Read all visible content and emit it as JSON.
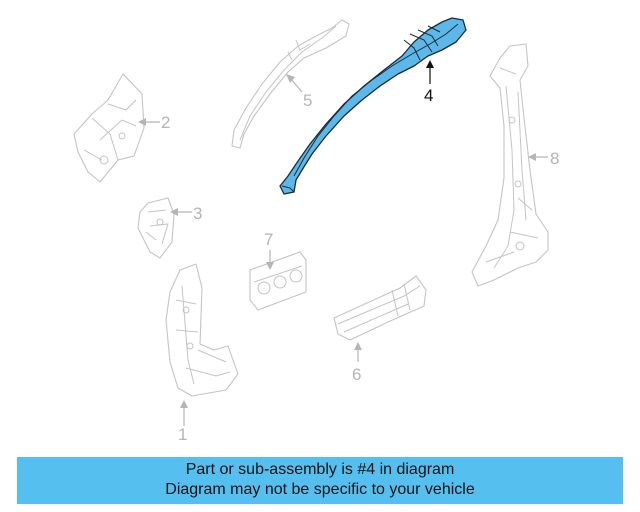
{
  "callouts": [
    {
      "number": "1",
      "highlighted": false
    },
    {
      "number": "2",
      "highlighted": false
    },
    {
      "number": "3",
      "highlighted": false
    },
    {
      "number": "4",
      "highlighted": true
    },
    {
      "number": "5",
      "highlighted": false
    },
    {
      "number": "6",
      "highlighted": false
    },
    {
      "number": "7",
      "highlighted": false
    },
    {
      "number": "8",
      "highlighted": false
    }
  ],
  "banner": {
    "line1": "Part or sub-assembly is #4 in diagram",
    "line2": "Diagram may not be specific to your vehicle"
  },
  "colors": {
    "highlight_part": "#5bb8e8",
    "banner_background": "#55c0f0",
    "ghost_part": "#c4c4c4"
  }
}
